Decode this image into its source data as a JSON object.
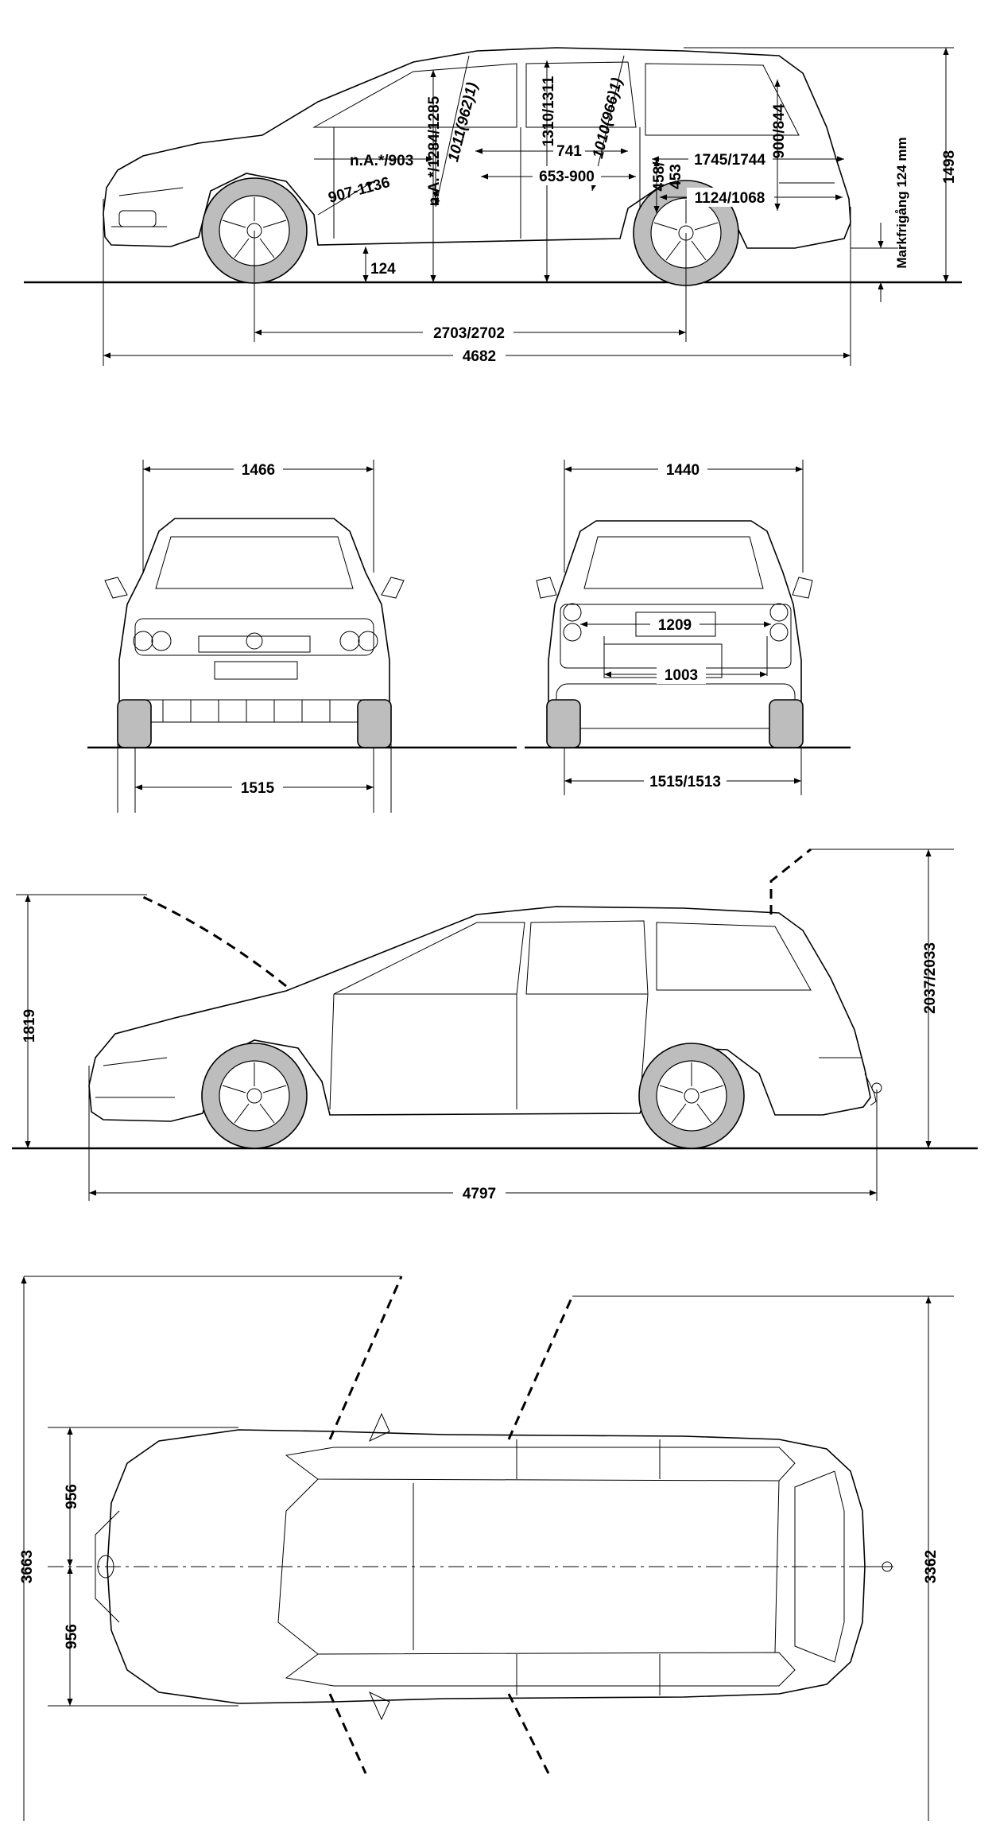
{
  "side_view": {
    "wheelbase": "2703/2702",
    "length": "4682",
    "height": "1498",
    "ground_clearance": "124",
    "ground_clearance_note": "Markfrigång 124 mm",
    "labels": {
      "na_903": "n.A.*/903",
      "na_1284_1285": "n.A.*/1284/1285",
      "d907_1136": "907-1136",
      "d1011_962": "1011(962)1)",
      "d1310_1311": "1310/1311",
      "d741": "741",
      "d653_900": "653-900",
      "d1010_966": "1010(966)1)",
      "d458": "458/",
      "d453": "453",
      "d1745_1744": "1745/1744",
      "d900_844": "900/844",
      "d1124_1068": "1124/1068"
    }
  },
  "front_view": {
    "width_top": "1466",
    "track": "1515"
  },
  "rear_view": {
    "width_top": "1440",
    "interior_width": "1209",
    "load_width": "1003",
    "track": "1515/1513"
  },
  "side_open_view": {
    "hood_open_height": "1819",
    "tailgate_open_height": "2037/2033",
    "length_with_towbar": "4797"
  },
  "top_view": {
    "half_width_upper": "956",
    "half_width_lower": "956",
    "total_width_doors_open": "3663",
    "width_tailgate_side": "3362"
  }
}
